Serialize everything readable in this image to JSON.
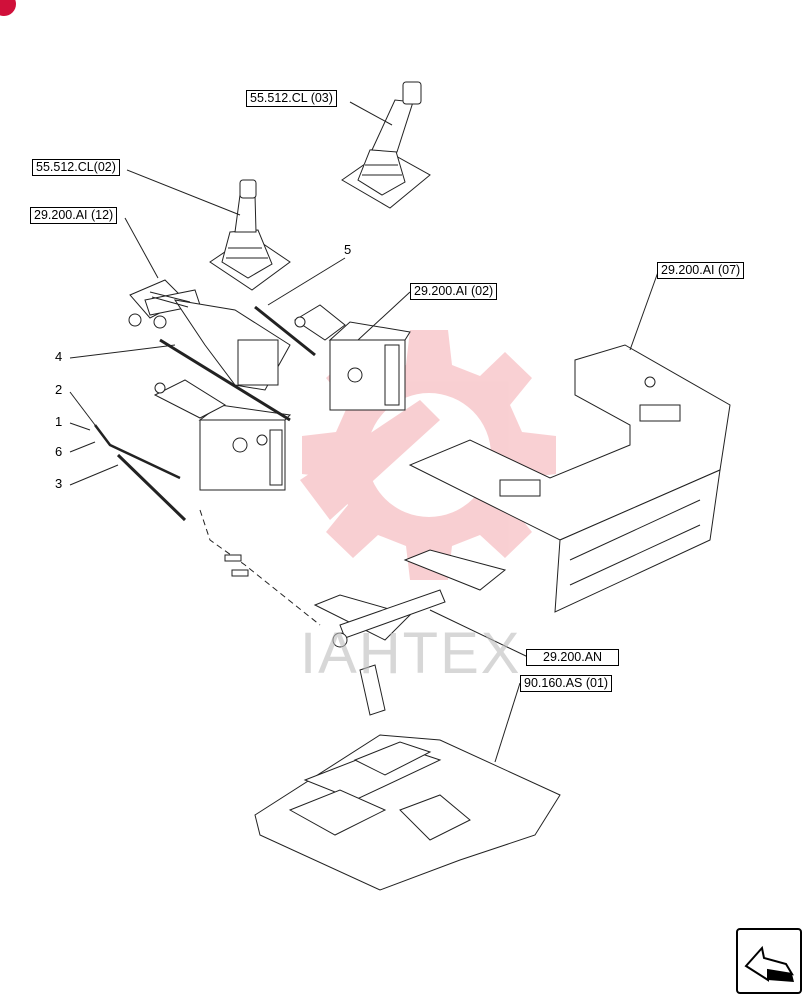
{
  "ref_labels": {
    "r1": "55.512.CL (03)",
    "r2": "55.512.CL(02)",
    "r3": "29.200.AI (12)",
    "r4": "29.200.AI (02)",
    "r5": "29.200.AI (07)",
    "r6": "29.200.AN",
    "r7": "90.160.AS (01)"
  },
  "callouts": {
    "c1": "1",
    "c2": "2",
    "c3": "3",
    "c4": "4",
    "c5": "5",
    "c6": "6"
  },
  "watermark": "IAHTEX",
  "colors": {
    "line": "#222222",
    "watermark_gear": "#f4a9ae",
    "badge": "#d0103a"
  },
  "icons": {
    "nav": "next-page-arrow-icon"
  }
}
